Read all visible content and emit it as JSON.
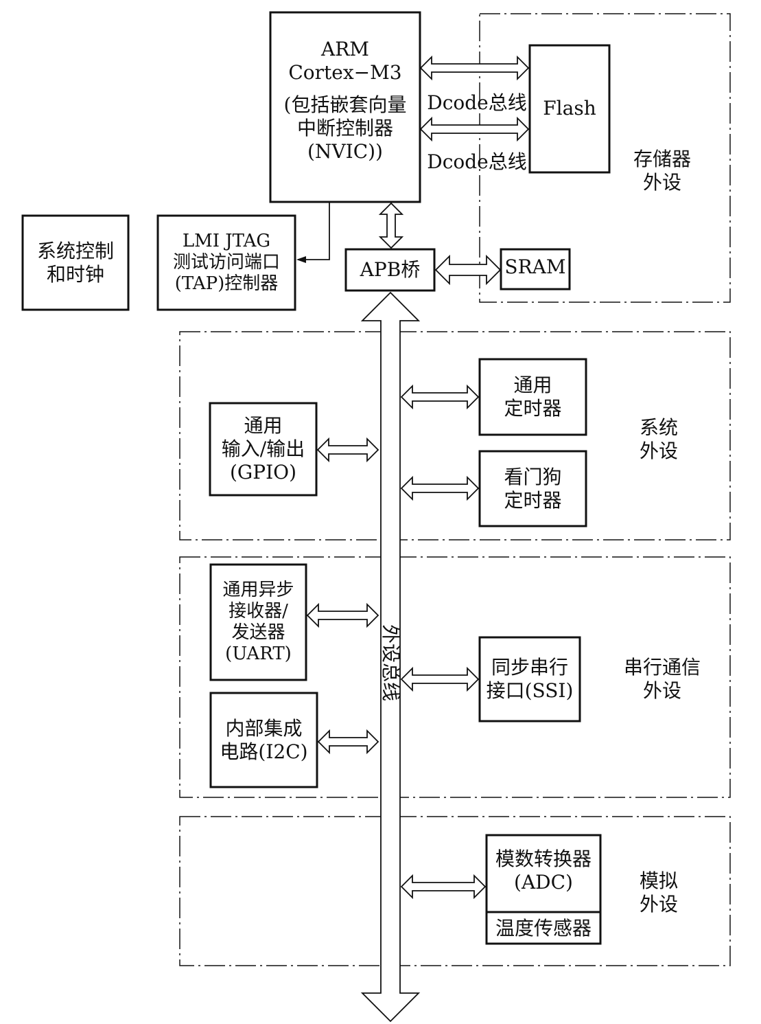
{
  "diagram": {
    "arm_core": {
      "line1": "ARM Cortex−M3",
      "line2": "(包括嵌套向量",
      "line3": "中断控制器",
      "line4": "(NVIC))"
    },
    "flash": "Flash",
    "dcode_bus_1": "Dcode总线",
    "dcode_bus_2": "Dcode总线",
    "memory_group": "存储器\n外设",
    "system_control": "系统控制\n和时钟",
    "jtag": "LMI JTAG\n测试访问端口\n(TAP)控制器",
    "apb_bridge": "APB桥",
    "sram": "SRAM",
    "peripheral_bus": "外设总线",
    "system_group": {
      "label": "系统\n外设",
      "gpio": "通用\n输入/输出\n(GPIO)",
      "general_timer": "通用\n定时器",
      "watchdog_timer": "看门狗\n定时器"
    },
    "serial_group": {
      "label": "串行通信\n外设",
      "uart": "通用异步\n接收器/\n发送器\n(UART)",
      "i2c": "内部集成\n电路(I2C)",
      "ssi": "同步串行\n接口(SSI)"
    },
    "analog_group": {
      "label": "模拟\n外设",
      "adc": "模数转换器\n(ADC)",
      "temp_sensor": "温度传感器"
    }
  }
}
